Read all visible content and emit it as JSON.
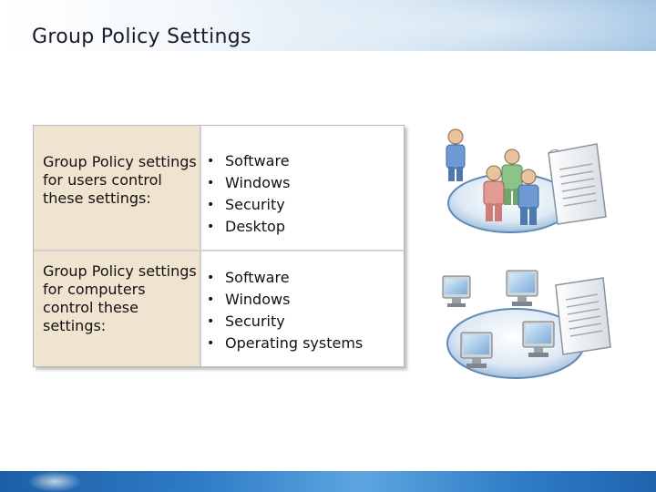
{
  "slide": {
    "title": "Group Policy Settings"
  },
  "table": {
    "rows": [
      {
        "label": "Group Policy settings for users control these settings:",
        "items": [
          "Software",
          "Windows",
          "Security",
          "Desktop"
        ]
      },
      {
        "label": "Group Policy settings for computers control these settings:",
        "items": [
          "Software",
          "Windows",
          "Security",
          "Operating systems"
        ]
      }
    ]
  },
  "colors": {
    "label_cell": "#f0e3d0",
    "header_accent": "#8cb7dc",
    "footer_accent": "#2e7bc6"
  },
  "icons": [
    "users-group-icon",
    "policy-document-icon",
    "computers-network-icon",
    "policy-document-icon"
  ]
}
